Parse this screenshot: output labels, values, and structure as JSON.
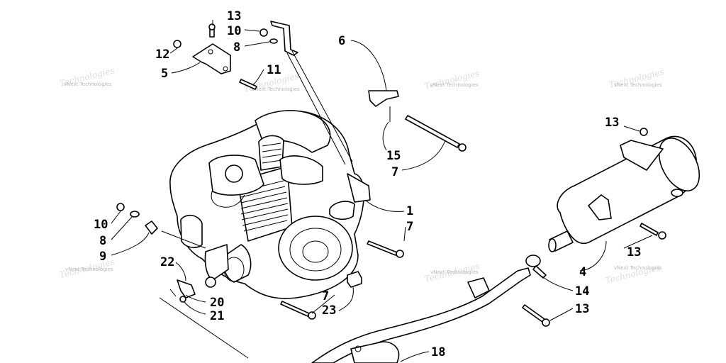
{
  "watermark_text": "vNext Technologies",
  "callouts": [
    "13",
    "10",
    "8",
    "12",
    "5",
    "11",
    "6",
    "15",
    "7",
    "13",
    "1",
    "7",
    "13",
    "4",
    "10",
    "8",
    "9",
    "22",
    "20",
    "21",
    "7",
    "23",
    "14",
    "13",
    "18"
  ]
}
